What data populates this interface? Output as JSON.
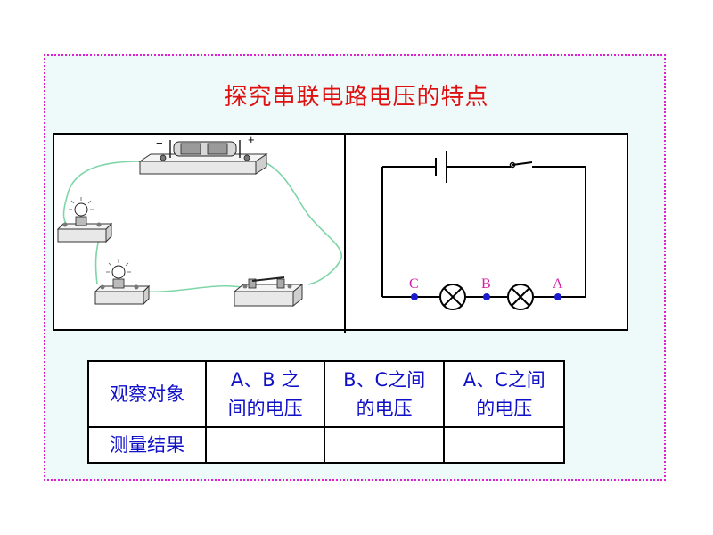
{
  "title": "探究串联电路电压的特点",
  "circuit": {
    "points": [
      "C",
      "B",
      "A"
    ],
    "battery_negative_sign": "−",
    "battery_positive_sign": "+"
  },
  "table": {
    "row1": [
      "观察对象",
      "A、B 之\n间的电压",
      "B、C之间\n的电压",
      "A、C之间\n的电压"
    ],
    "row2_label": "测量结果"
  },
  "colors": {
    "title": "#e01010",
    "table_text": "#1010c8",
    "frame_border": "#e020d0",
    "wire_green": "#7ed6a8",
    "node_dot": "#1a1ad0",
    "node_label": "#d020a0"
  }
}
